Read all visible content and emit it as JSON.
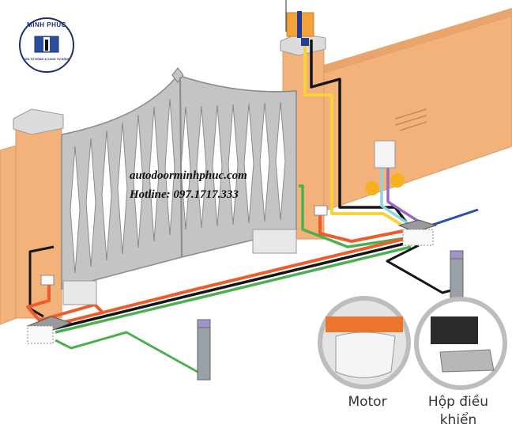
{
  "logo": {
    "brand": "MINH PHÚC",
    "tagline": "CỬA TỰ ĐỘNG & CỔNG TỰ ĐỘNG"
  },
  "watermark": {
    "website": "autodoorminhphuc.com",
    "hotline": "Hotline: 097.1717.333"
  },
  "callouts": [
    {
      "id": "motor",
      "label": "Motor"
    },
    {
      "id": "control-box",
      "label": "Hộp điều khiển"
    }
  ],
  "colors": {
    "wall": "#f2b27a",
    "wall_edge": "#d99a63",
    "pillar_cap": "#dcdcdc",
    "gate": "#b9b9b9",
    "gate_edge": "#8a8a8a",
    "wire_red": "#ec5c2c",
    "wire_black": "#151515",
    "wire_green": "#4caf50",
    "wire_yellow": "#f8d23c",
    "wire_cyan": "#8fd3e0",
    "wire_purple": "#9a6ac0",
    "wire_blue": "#2a4ea8",
    "warning_lamp": "#f2a23a",
    "lamp_blue": "#233c94",
    "indicator_dot": "#f6b21e",
    "callout_ring": "#bdbdbd",
    "logo_navy": "#1e2f6b"
  }
}
